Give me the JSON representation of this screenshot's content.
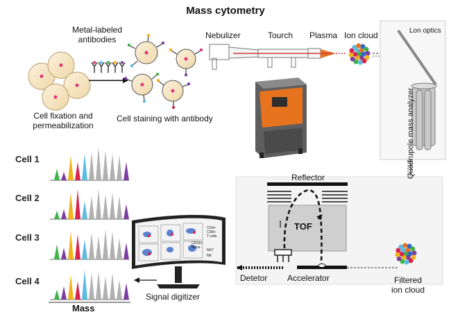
{
  "title": "Mass cytometry",
  "labels": {
    "metal_antibodies": [
      "Metal-labeled",
      "antibodies"
    ],
    "cell_fixation": [
      "Cell fixation and",
      "permeabilization"
    ],
    "cell_staining": "Cell staining with antibody",
    "nebulizer": "Nebulizer",
    "tourch": "Tourch",
    "plasma": "Plasma",
    "ion_cloud": "Ion cloud",
    "ion_optics": "Lon optics",
    "quadrupole": "Quadrupole mass analyzer",
    "reflector": "Reflector",
    "tof": "TOF",
    "detector": "Detetor",
    "accelerator": "Accelerator",
    "filtered_ion_cloud": [
      "Filtered",
      "ion cloud"
    ],
    "signal_digitizer": "Signal digitizer",
    "mass": "Mass"
  },
  "cells": [
    "Cell 1",
    "Cell 2",
    "Cell 3",
    "Cell 4"
  ],
  "screen_labels": [
    "CD4+",
    "CD8+",
    "T cells",
    "CD14+",
    "Mono",
    "NKT",
    "NK"
  ],
  "colors": {
    "peaks": [
      "#3fb34a",
      "#7b3fa0",
      "#f2b21a",
      "#d9234b",
      "#5bbbe0",
      "#b0b0b0"
    ],
    "machine_orange": "#e8731f",
    "machine_gray": "#5e5e5e",
    "beam": "#d23a3a"
  },
  "spectra": [
    [
      0.35,
      0.25,
      0.75,
      0.55,
      0.8,
      0.85,
      1.0,
      0.9,
      0.8,
      0.75,
      0.55
    ],
    [
      0.25,
      0.3,
      0.8,
      0.9,
      0.55,
      0.7,
      0.9,
      0.75,
      0.8,
      0.7,
      0.45
    ],
    [
      0.45,
      0.35,
      0.85,
      0.75,
      0.6,
      0.8,
      0.7,
      0.9,
      0.85,
      0.65,
      0.5
    ],
    [
      0.3,
      0.4,
      0.75,
      0.55,
      0.9,
      0.8,
      0.85,
      0.7,
      0.8,
      0.6,
      0.5
    ]
  ]
}
